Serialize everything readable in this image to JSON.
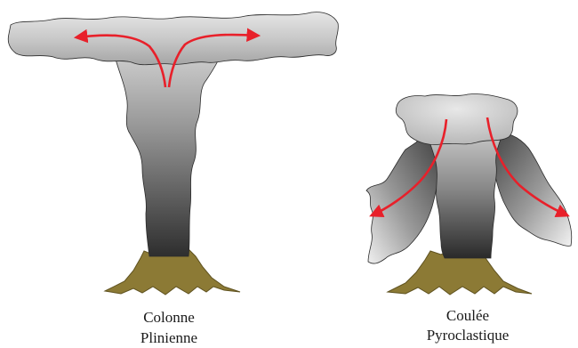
{
  "figures": [
    {
      "id": "plinian",
      "caption_line1": "Colonne",
      "caption_line2": "Plinienne"
    },
    {
      "id": "pyroclastic",
      "caption_line1": "Coulée",
      "caption_line2": "Pyroclastique"
    }
  ],
  "colors": {
    "arrow": "#e8202a",
    "volcano": "#8c7a35",
    "volcano_dark": "#5f5220",
    "outline": "#2b2b2b"
  }
}
